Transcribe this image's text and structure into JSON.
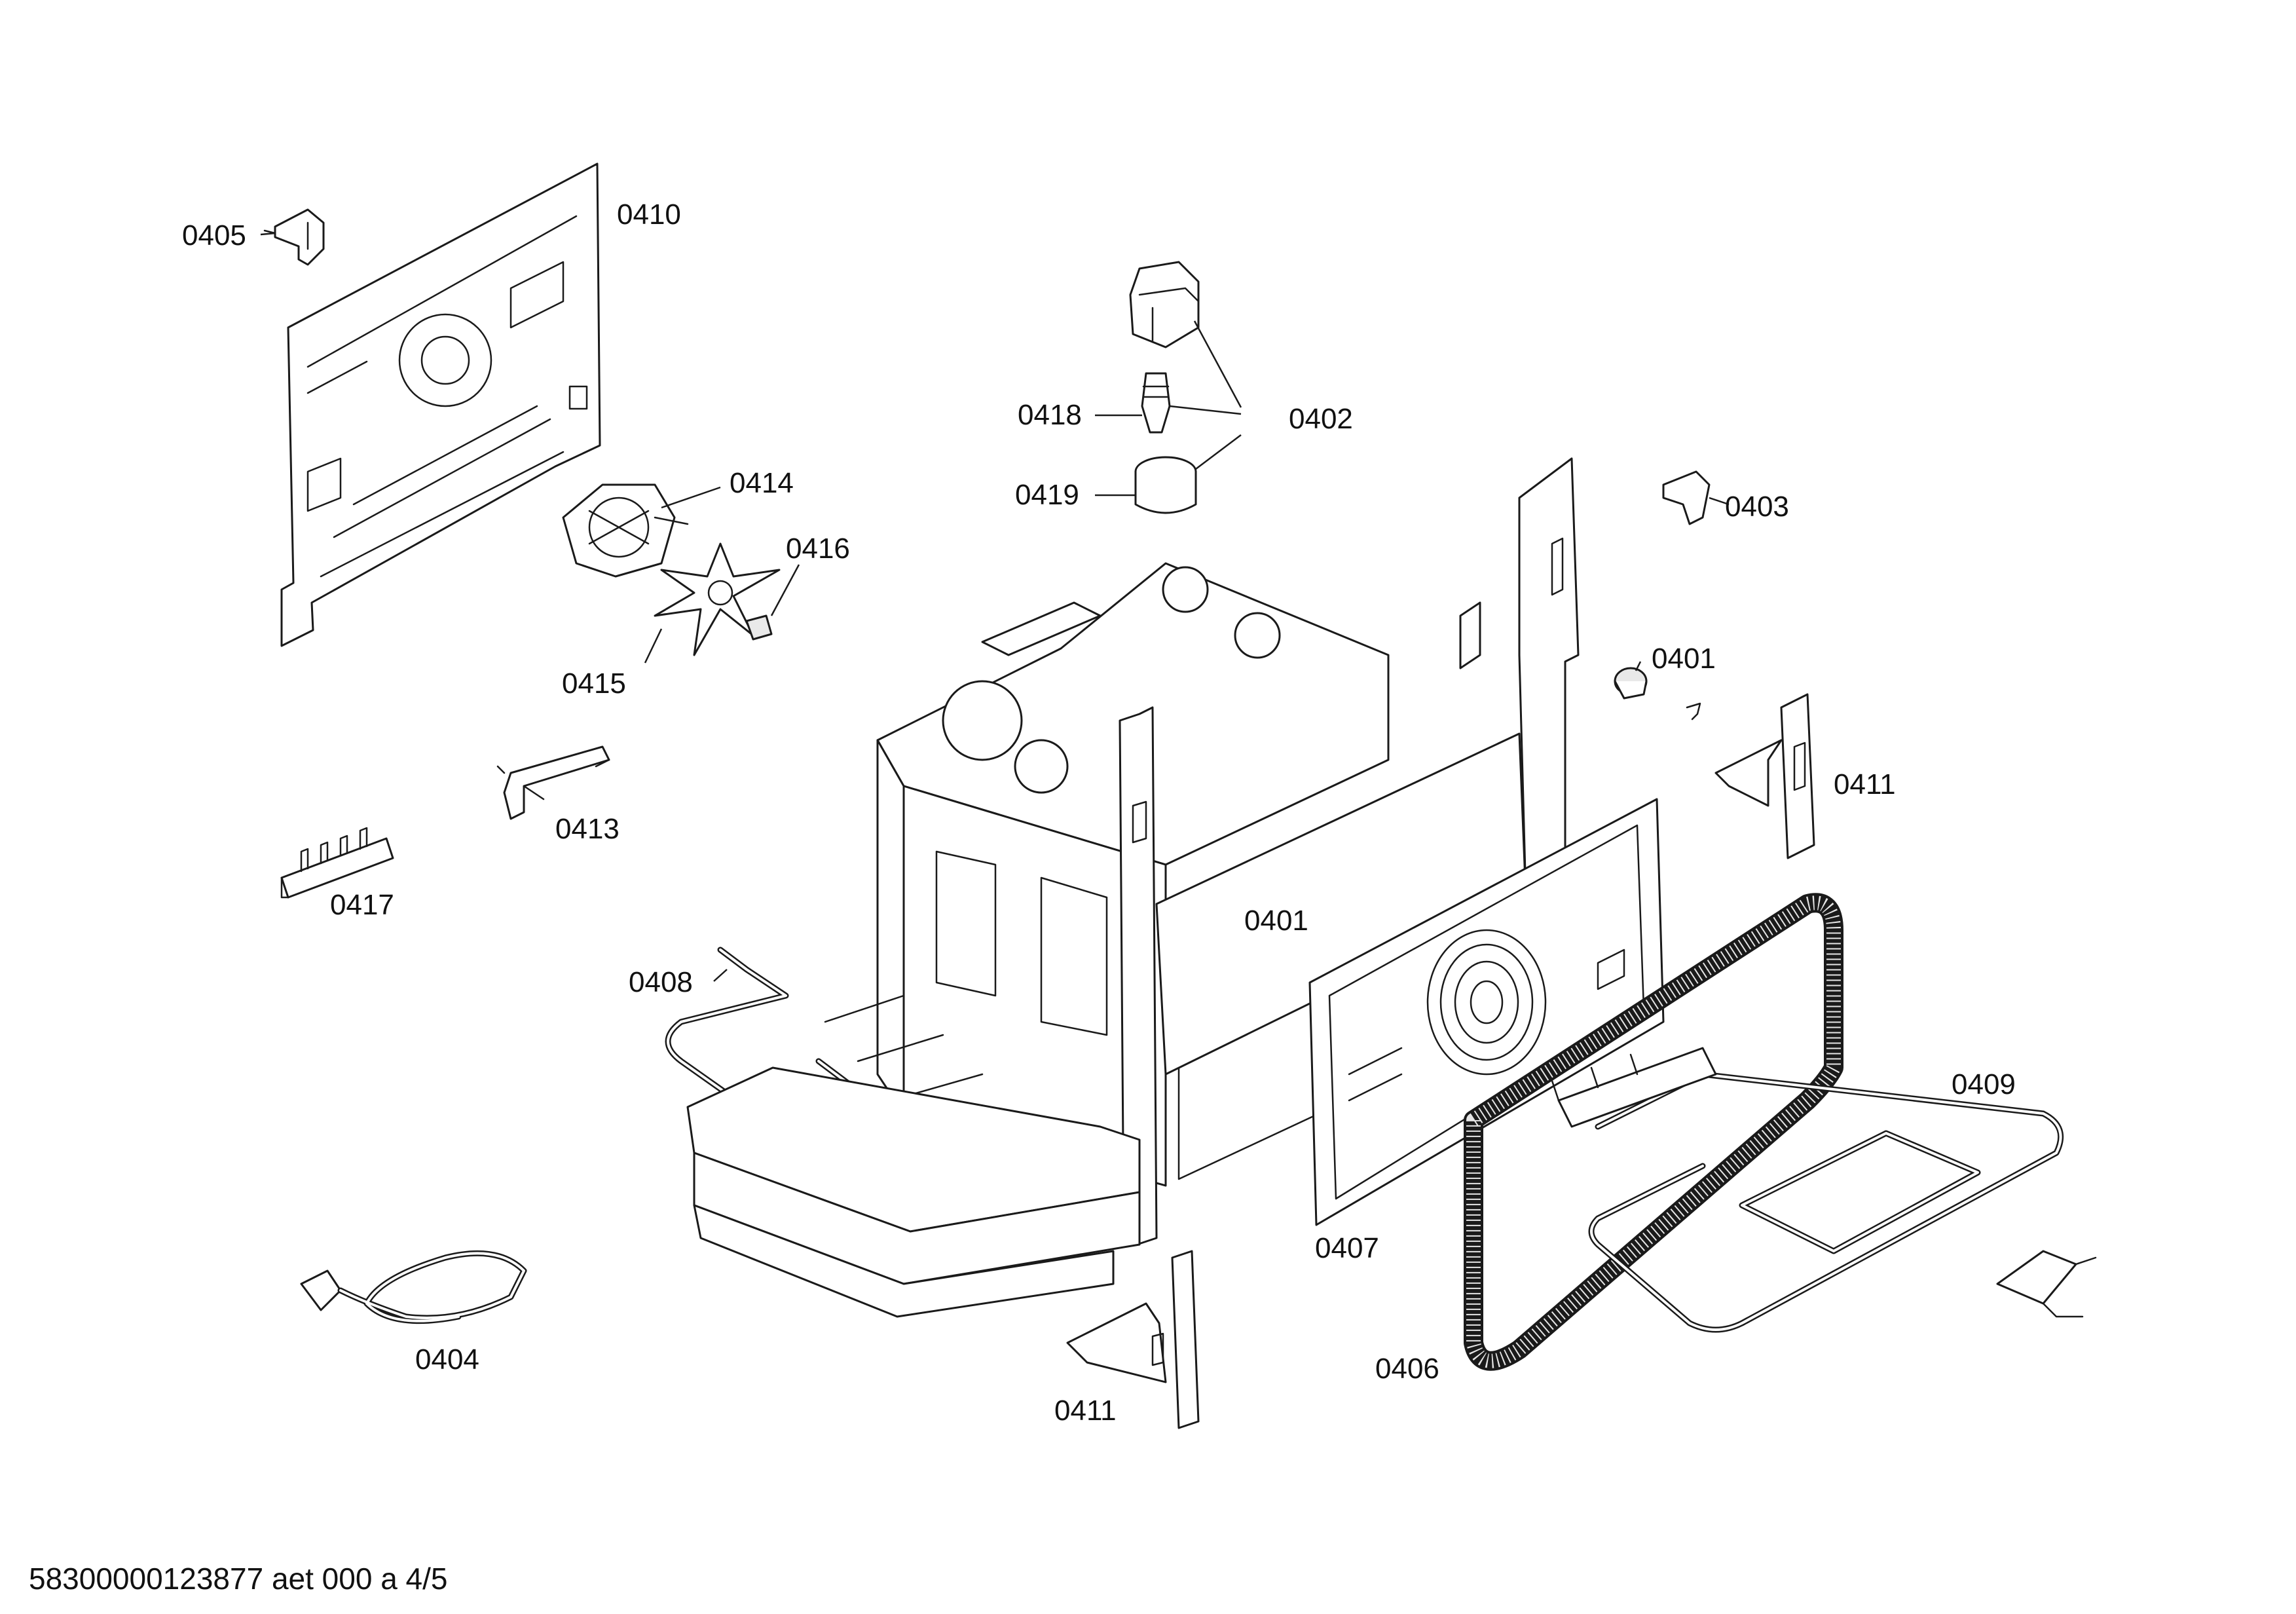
{
  "labels": {
    "p0405": "0405",
    "p0410": "0410",
    "p0414": "0414",
    "p0416": "0416",
    "p0415": "0415",
    "p0413": "0413",
    "p0417": "0417",
    "p0408": "0408",
    "p0404": "0404",
    "p0418": "0418",
    "p0419": "0419",
    "p0402": "0402",
    "p0403": "0403",
    "p0401_right": "0401",
    "p0401_center": "0401",
    "p0411_right": "0411",
    "p0411_bottom": "0411",
    "p0407": "0407",
    "p0409": "0409",
    "p0406": "0406"
  },
  "footer": {
    "document_code": "58300000123877 aet 000 a 4/5"
  }
}
